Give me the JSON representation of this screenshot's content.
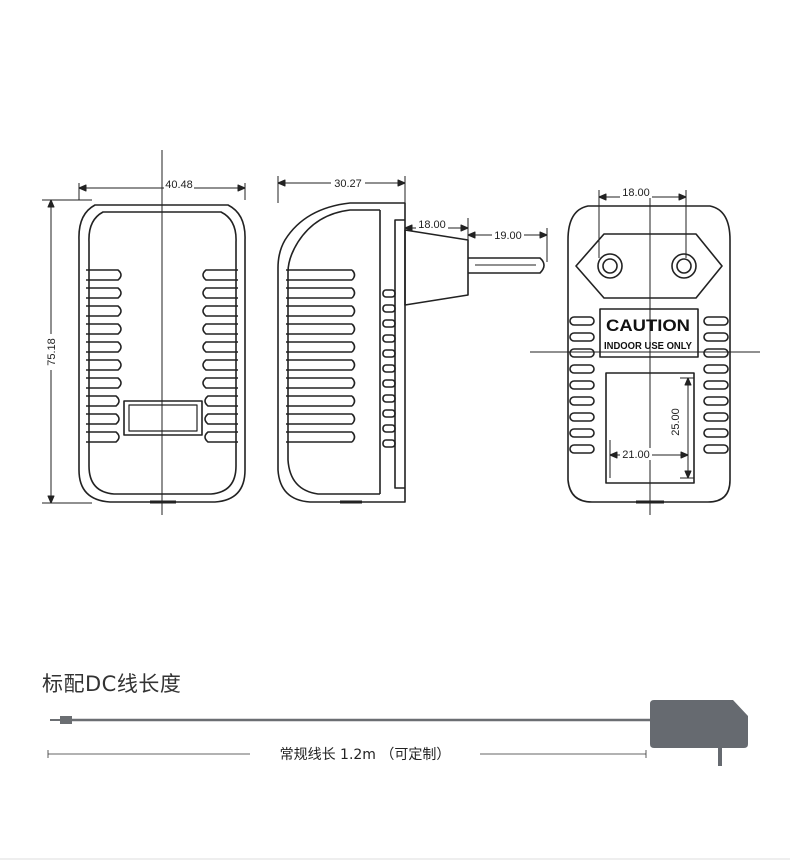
{
  "dimensions": {
    "front_width": "40.48",
    "front_height": "75.18",
    "side_depth": "30.27",
    "plug_base_length": "18.00",
    "plug_pin_length": "19.00",
    "pin_spacing": "18.00",
    "label_height": "25.00",
    "label_width": "21.00"
  },
  "label": {
    "caution": "CAUTION",
    "indoor": "INDOOR USE ONLY"
  },
  "cable_section": {
    "title": "标配DC线长度",
    "caption": "常规线长 1.2m （可定制）"
  },
  "colors": {
    "line": "#222222",
    "adapter_fill": "#666a70",
    "cable": "#6b6e72"
  }
}
